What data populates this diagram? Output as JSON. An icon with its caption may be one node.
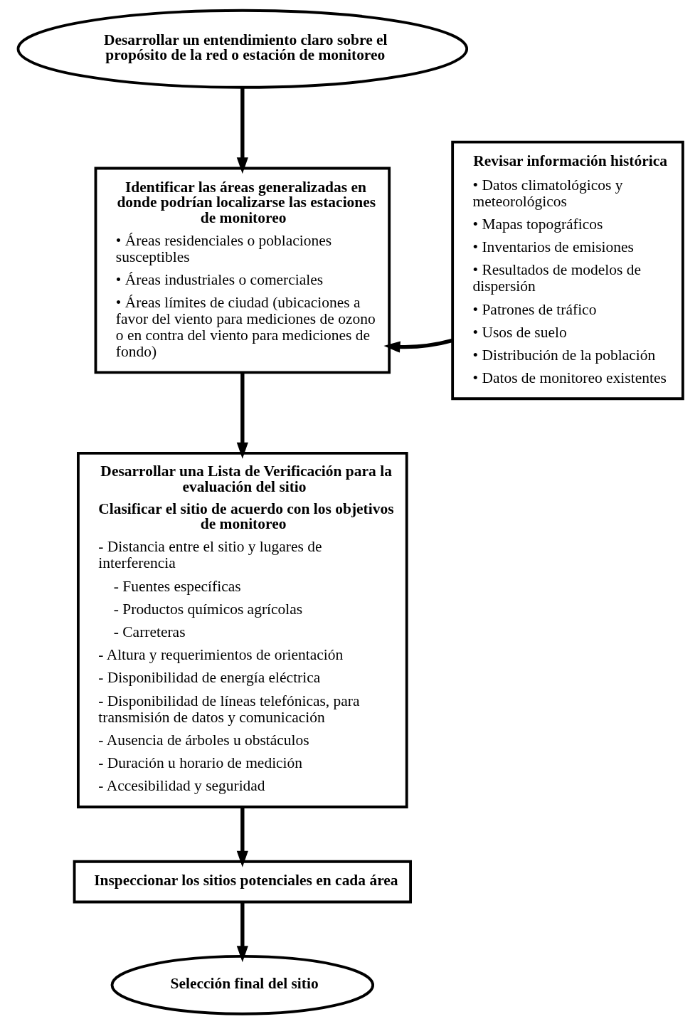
{
  "diagram": {
    "nodes": [
      {
        "text": [
          "Desarrollar un entendimiento claro sobre el propósito de la red o estación de monitoreo"
        ]
      },
      {
        "text": [
          "Identificar las áreas generalizadas en donde podrían localizarse las estaciones de monitoreo",
          "• Áreas residenciales o poblaciones susceptibles",
          "• Áreas industriales o comerciales",
          "• Áreas límites de ciudad (ubicaciones a favor del viento para mediciones de ozono o en contra del viento para mediciones de fondo)"
        ]
      },
      {
        "text": [
          "Revisar información histórica",
          "• Datos climatológicos y meteorológicos",
          "• Mapas topográficos",
          "• Inventarios de emisiones",
          "• Resultados de modelos de dispersión",
          "• Patrones de tráfico",
          "• Usos de suelo",
          "• Distribución de la población",
          "• Datos de monitoreo existentes"
        ]
      },
      {
        "text": [
          "Desarrollar una Lista de Verificación para la evaluación del sitio",
          "Clasificar el sitio de acuerdo con los objetivos de monitoreo",
          "- Distancia entre el sitio y lugares de interferencia",
          "- Fuentes específicas",
          "- Productos químicos agrícolas",
          "- Carreteras",
          "- Altura y requerimientos de orientación",
          "- Disponibilidad de energía eléctrica",
          "- Disponibilidad de líneas telefónicas, para transmisión de datos y comunicación",
          "- Ausencia de árboles u obstáculos",
          "- Duración u horario de medición",
          "- Accesibilidad y seguridad"
        ]
      },
      {
        "text": [
          "Inspeccionar los sitios potenciales en cada área"
        ]
      },
      {
        "text": [
          "Selección final del sitio"
        ]
      }
    ],
    "edges": [
      {
        "from": 0,
        "to": 1,
        "arrow": "to"
      },
      {
        "from": 2,
        "to": 1,
        "arrow": "to"
      },
      {
        "from": 1,
        "to": 3,
        "arrow": "to"
      },
      {
        "from": 3,
        "to": 4,
        "arrow": "to"
      },
      {
        "from": 4,
        "to": 5,
        "arrow": "to"
      }
    ]
  }
}
